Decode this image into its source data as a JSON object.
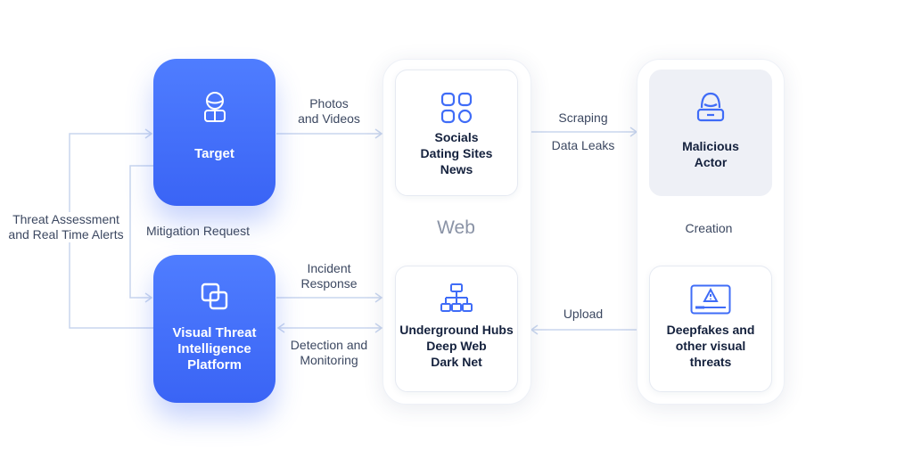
{
  "nodes": {
    "target": "Target",
    "platform": [
      "Visual Threat",
      "Intelligence",
      "Platform"
    ],
    "web_top": [
      "Socials",
      "Dating Sites",
      "News"
    ],
    "web_title": "Web",
    "web_bottom": [
      "Underground Hubs",
      "Deep Web",
      "Dark Net"
    ],
    "actor": [
      "Malicious",
      "Actor"
    ],
    "threats": [
      "Deepfakes and",
      "other visual",
      "threats"
    ]
  },
  "edges": {
    "photos": [
      "Photos",
      "and Videos"
    ],
    "scraping": "Scraping",
    "data_leaks": "Data Leaks",
    "creation": "Creation",
    "upload": "Upload",
    "incident": [
      "Incident",
      "Response"
    ],
    "detection": [
      "Detection and",
      "Monitoring"
    ],
    "mitigation": "Mitigation Request",
    "threat_assessment": [
      "Threat Assessment",
      "and Real Time Alerts"
    ]
  },
  "colors": {
    "accent": "#3f6cf7",
    "line": "#c9d6ee",
    "actor_bg": "#eef0f6"
  },
  "icons": [
    "person-hood-icon",
    "grid-apps-icon",
    "stacked-squares-icon",
    "sitemap-icon",
    "hacker-icon",
    "warning-screen-icon"
  ]
}
